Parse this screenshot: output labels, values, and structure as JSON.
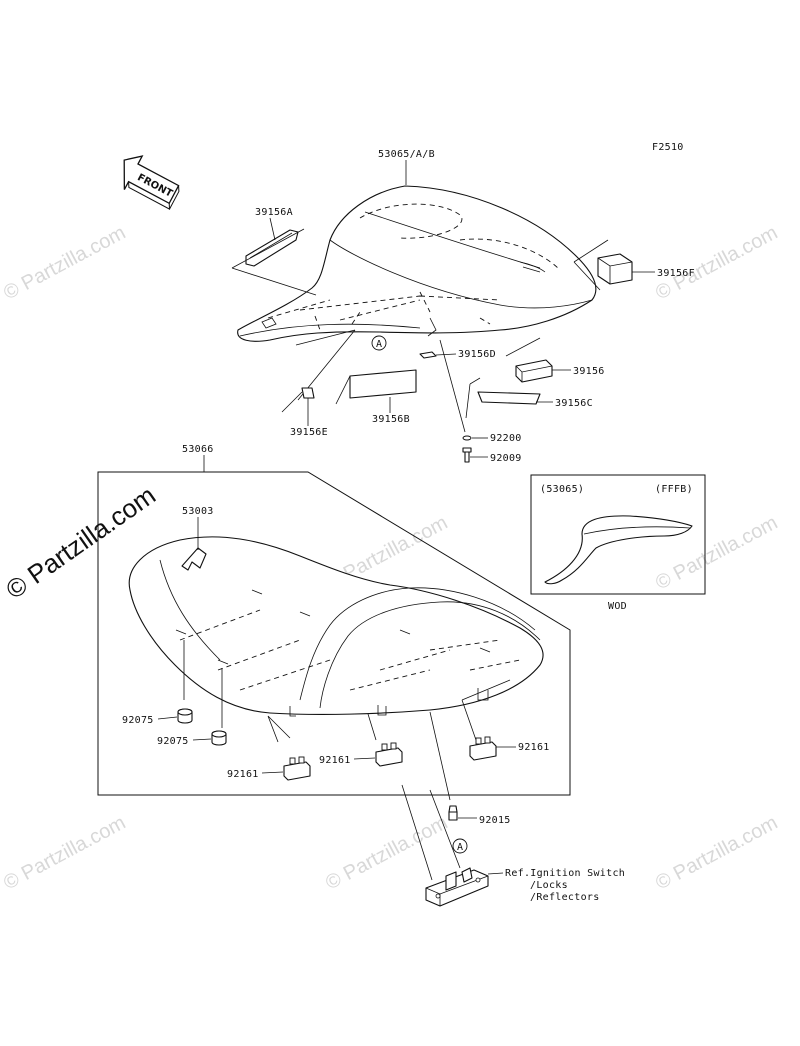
{
  "figure_code": "F2510",
  "front_label": "FRONT",
  "watermark": "© Partzilla.com",
  "parts": {
    "rear_seat": "53065/A/B",
    "damper_a": "39156A",
    "damper_f": "39156F",
    "damper_d": "39156D",
    "damper": "39156",
    "damper_c": "39156C",
    "damper_b": "39156B",
    "damper_e": "39156E",
    "collar_92200": "92200",
    "bolt_92009": "92009",
    "front_seat": "53066",
    "cover_53003": "53003",
    "damper_92075_a": "92075",
    "damper_92075_b": "92075",
    "damper_92161_left": "92161",
    "damper_92161_mid": "92161",
    "damper_92161_right": "92161",
    "bolt_92015": "92015"
  },
  "ref_marker": "A",
  "ref_note": [
    "Ref.Ignition Switch",
    "/Locks",
    "/Reflectors"
  ],
  "inset": {
    "part_ref": "(53065)",
    "color_code": "(FFFB)",
    "caption": "WOD"
  }
}
